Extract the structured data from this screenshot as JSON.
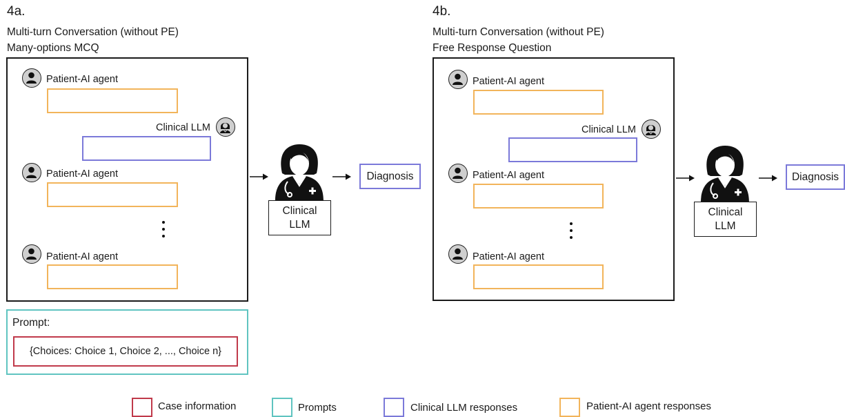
{
  "panel_a": {
    "label": "4a.",
    "subtitle_line1": "Multi-turn Conversation (without PE)",
    "subtitle_line2": "Many-options MCQ",
    "patient_label": "Patient-AI agent",
    "clinical_label": "Clinical LLM",
    "dots": "⋮",
    "llm_box_line1": "Clinical",
    "llm_box_line2": "LLM",
    "diagnosis": "Diagnosis",
    "prompt_title": "Prompt:",
    "prompt_content": "{Choices: Choice 1, Choice 2, ..., Choice n}"
  },
  "panel_b": {
    "label": "4b.",
    "subtitle_line1": "Multi-turn Conversation (without PE)",
    "subtitle_line2": "Free Response Question",
    "patient_label": "Patient-AI agent",
    "clinical_label": "Clinical LLM",
    "dots": "⋮",
    "llm_box_line1": "Clinical",
    "llm_box_line2": "LLM",
    "diagnosis": "Diagnosis"
  },
  "legend": {
    "case_info": "Case information",
    "prompts": "Prompts",
    "clinical_responses": "Clinical LLM responses",
    "patient_responses": "Patient-AI agent responses"
  },
  "colors": {
    "case_info": "#c0394a",
    "prompts": "#5fc4c0",
    "clinical_responses": "#7b79d9",
    "patient_responses": "#f2b45a"
  },
  "icons": {
    "patient": "person-avatar-icon",
    "clinician": "doctor-avatar-icon",
    "doctor_large": "doctor-figure-icon",
    "arrow": "arrow-right-icon"
  }
}
